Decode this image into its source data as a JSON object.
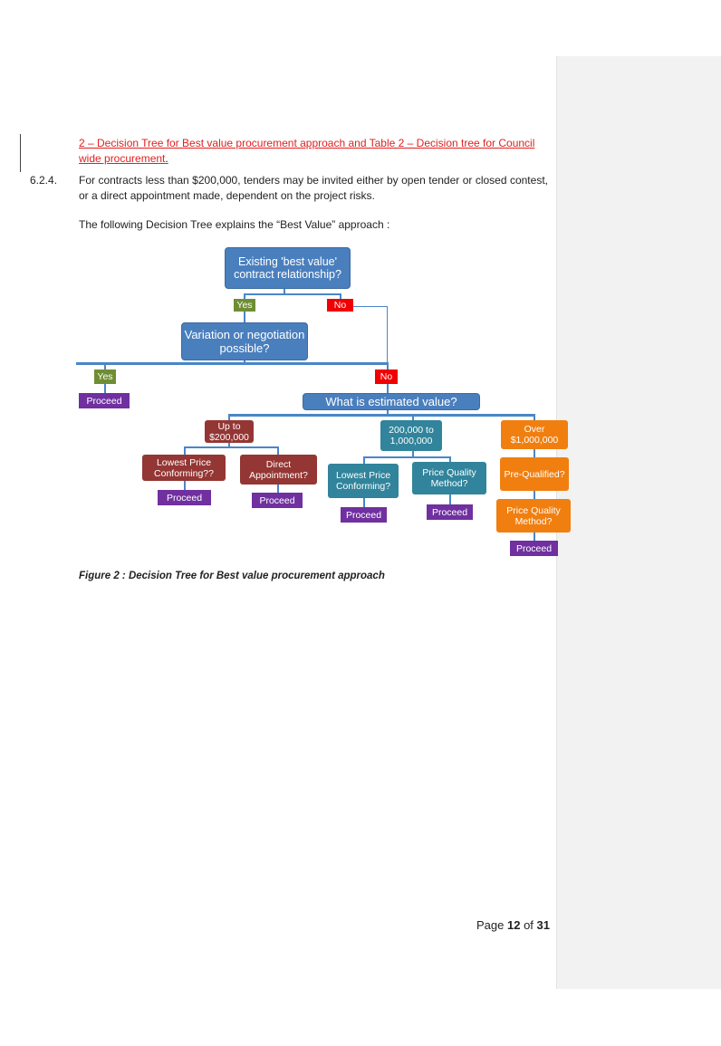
{
  "doc": {
    "ref_link": "2 – Decision Tree for Best value procurement approach and Table 2 – Decision tree for Council wide procurement",
    "ref_period": ".",
    "section_number": "6.2.4.",
    "section_text": "For contracts less than $200,000, tenders may be invited either by open tender or closed contest, or a direct appointment made, dependent on the project risks.",
    "intro": "The following Decision Tree explains the “Best Value” approach :",
    "caption": "Figure 2 : Decision Tree for Best value procurement approach",
    "page": {
      "prefix": "Page ",
      "current": "12",
      "of": " of ",
      "total": "31"
    }
  },
  "tree": {
    "q_existing": "Existing 'best value' contract relationship?",
    "yes1": "Yes",
    "no1": "No",
    "q_variation": "Variation or negotiation possible?",
    "yes2": "Yes",
    "no2": "No",
    "proceed_left": "Proceed",
    "q_value": "What is estimated value?",
    "band_low": "Up to $200,000",
    "band_mid": "200,000 to 1,000,000",
    "band_high": "Over $1,000,000",
    "low_opt1": "Lowest Price Conforming??",
    "low_opt2": "Direct Appointment?",
    "mid_opt1": "Lowest Price Conforming?",
    "mid_opt2": "Price Quality Method?",
    "high_opt1": "Pre-Qualified?",
    "high_opt2": "Price Quality Method?",
    "proceed": "Proceed"
  },
  "colors": {
    "question": "#4a7fbe",
    "yes": "#6f8e34",
    "no": "#f00000",
    "proceed": "#7030a0",
    "low": "#943634",
    "mid": "#31849b",
    "high": "#f07f10",
    "link": "#e02020"
  }
}
